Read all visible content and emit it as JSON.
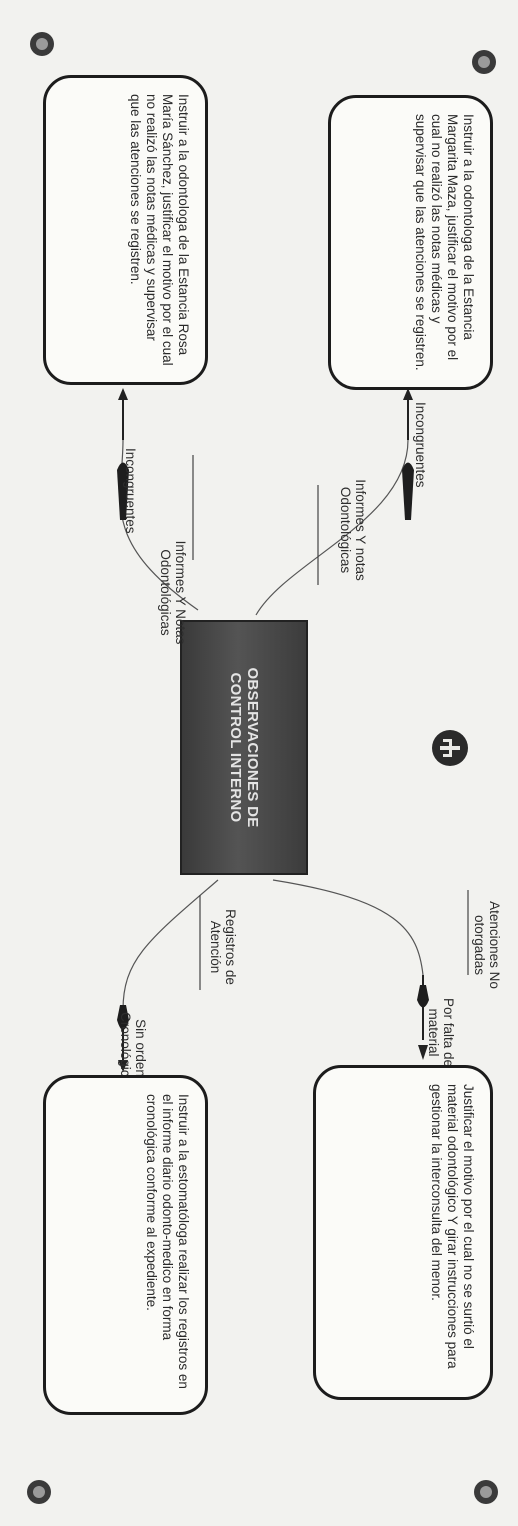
{
  "central_node": {
    "title": "OBSERVACIONES DE CONTROL INTERNO"
  },
  "branches": [
    {
      "id": "informes-1",
      "category_label": "Informes Y notas Odontológicas",
      "sub_label": "Incongruentes",
      "box_text": "Instruir a la odontologa de la Estancia Margarita Maza, justificar el motivo por el cual no realizó las notas médicas y supervisar que las atenciones se registren."
    },
    {
      "id": "informes-2",
      "category_label": "Informes Y Notas Odontológicas",
      "sub_label": "Incongruentes",
      "box_text": "Instruir a la odontologa de la Estancia Rosa María Sánchez, justificar el motivo por el cual no realizó las notas médicas y supervisar que las atenciones se registren."
    },
    {
      "id": "atenciones",
      "category_label": "Atenciones No otorgadas",
      "sub_label": "Por falta de material",
      "box_text": "Justificar el motivo por el cual no se surtió el material odontológico Y girar instrucciones para gestionar la interconsulta del menor."
    },
    {
      "id": "registros",
      "category_label": "Registros de Atención",
      "sub_label": "Sin orden Cronológico",
      "box_text": "Instruir a la estomatóloga realizar los registros en el informe diario odonto-medico en forma cronológica conforme al expediente."
    }
  ],
  "icons": [
    "tree-icon",
    "seal-icon"
  ],
  "colors": {
    "box_border": "#1c1c1c",
    "center_fill": "#4a4a4a",
    "background": "#f2f2ef"
  }
}
